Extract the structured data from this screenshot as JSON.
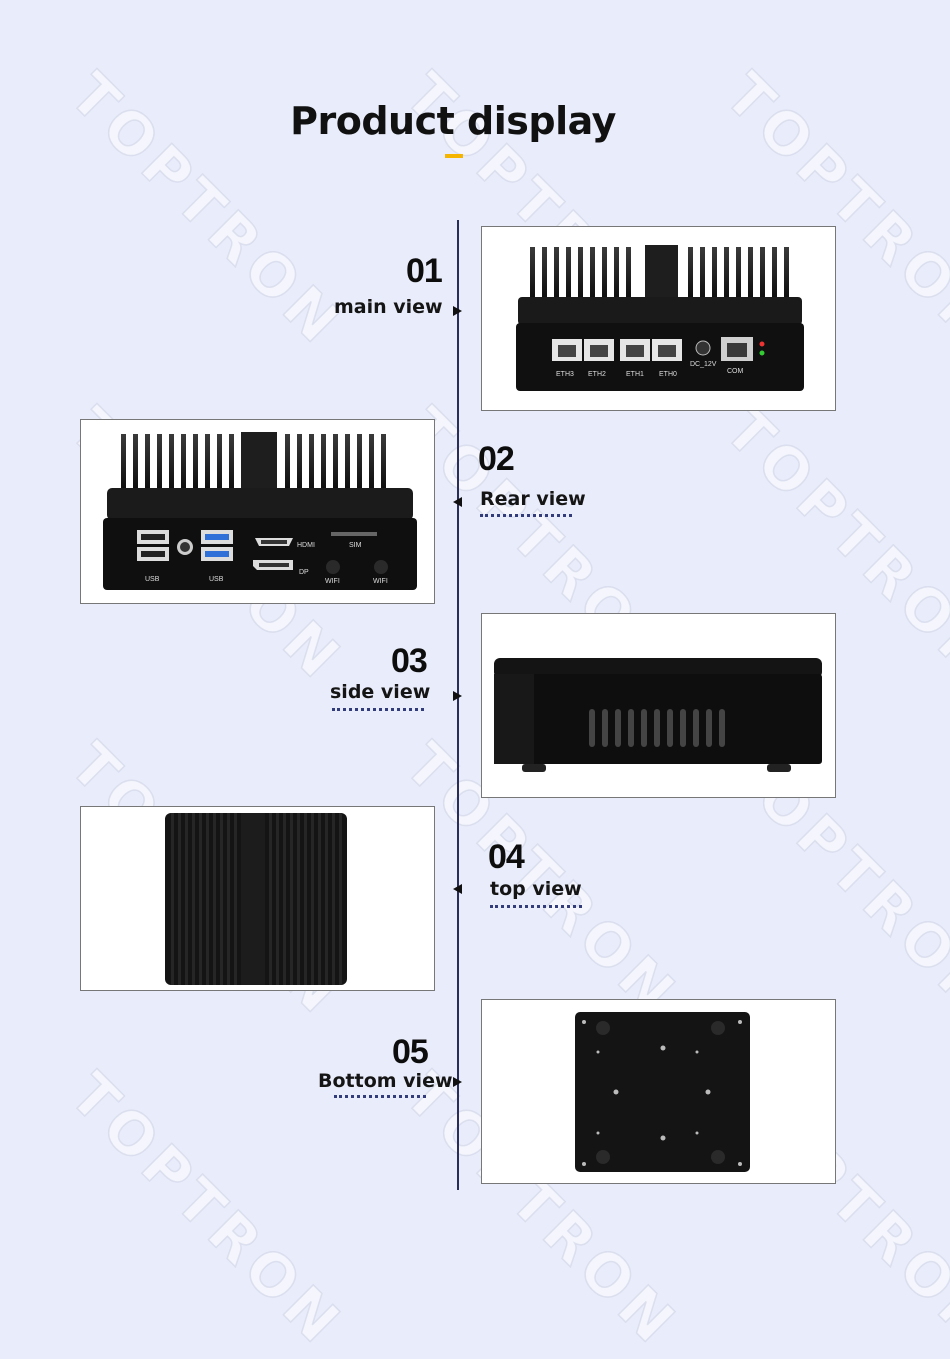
{
  "header": {
    "title": "Product display"
  },
  "watermark": "TOPTRON",
  "sections": [
    {
      "number": "01",
      "label": "main view"
    },
    {
      "number": "02",
      "label": "Rear view"
    },
    {
      "number": "03",
      "label": "side view"
    },
    {
      "number": "04",
      "label": "top view"
    },
    {
      "number": "05",
      "label": "Bottom view"
    }
  ],
  "front_ports": [
    "ETH3",
    "ETH2",
    "ETH1",
    "ETH0",
    "DC_12V",
    "COM"
  ],
  "rear_ports": [
    "USB",
    "USB",
    "HDMI",
    "DP",
    "SIM",
    "WIFI",
    "WIFI"
  ],
  "colors": {
    "accent": "#f5b400",
    "background": "#e9ecfa",
    "timeline": "#2b2f57"
  }
}
